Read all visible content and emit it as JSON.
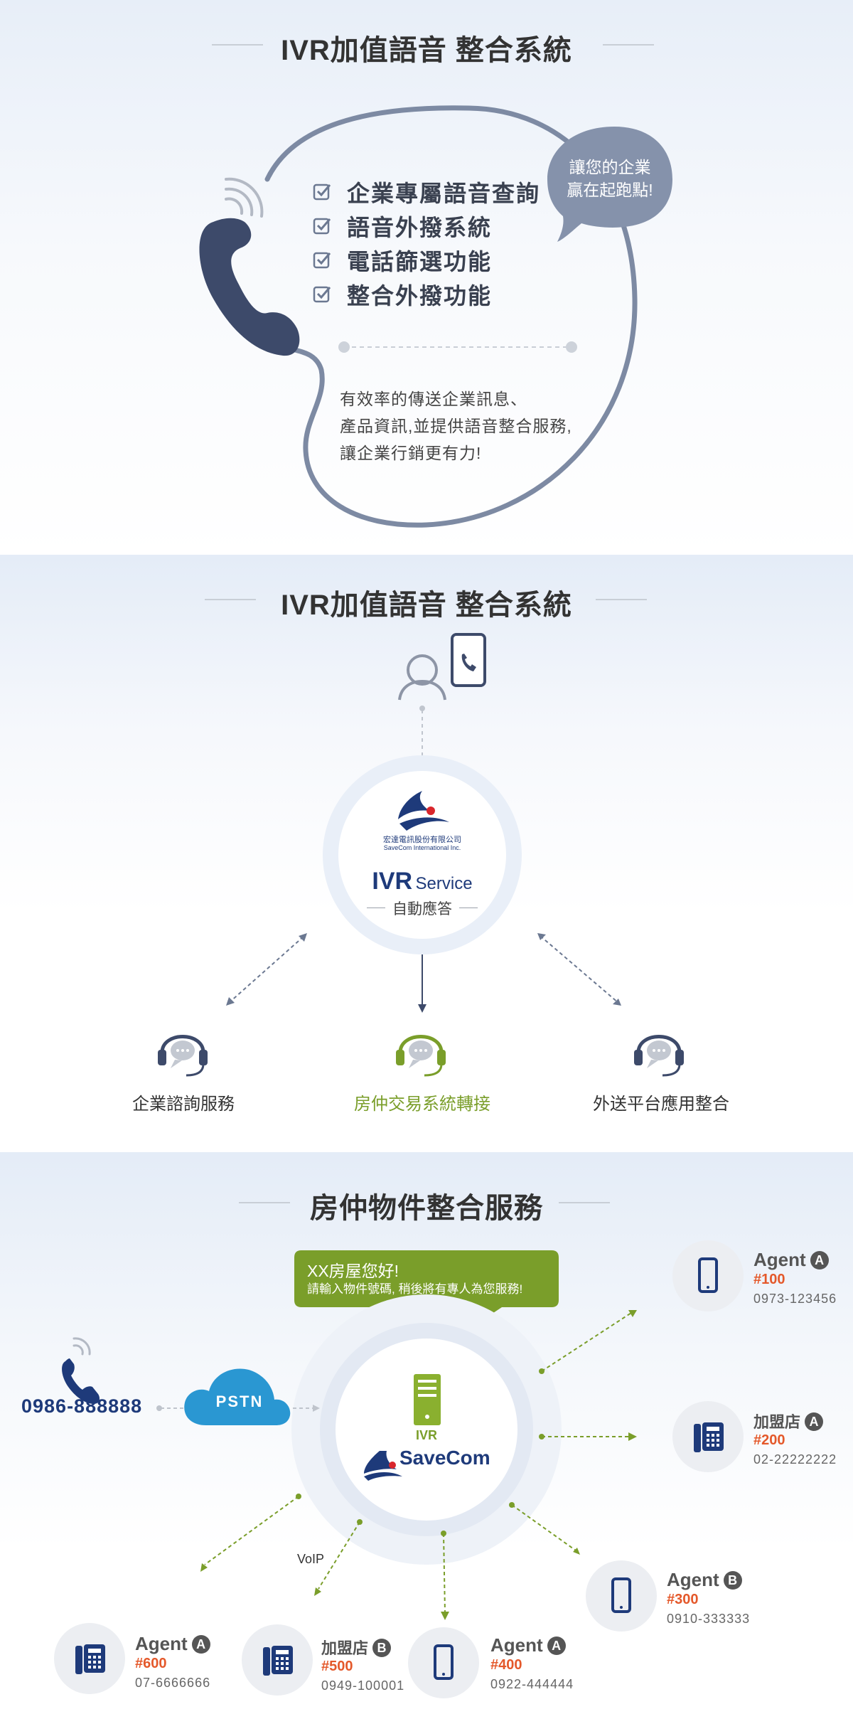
{
  "section1": {
    "title": "IVR加值語音 整合系統",
    "bubble": {
      "line1": "讓您的企業",
      "line2": "贏在起跑點!"
    },
    "features": [
      "企業專屬語音查詢",
      "語音外撥系統",
      "電話篩選功能",
      "整合外撥功能"
    ],
    "description": [
      "有效率的傳送企業訊息、",
      "產品資訊,並提供語音整合服務,",
      "讓企業行銷更有力!"
    ]
  },
  "section2": {
    "title": "IVR加值語音 整合系統",
    "logo": {
      "company_zh": "宏達電訊股份有限公司",
      "company_en": "SaveCom International Inc."
    },
    "ivr": {
      "main": "IVR",
      "sub": "Service",
      "caption": "自動應答"
    },
    "services": [
      {
        "label": "企業諮詢服務",
        "color": "#333333"
      },
      {
        "label": "房仲交易系統轉接",
        "color": "#7a9e2a"
      },
      {
        "label": "外送平台應用整合",
        "color": "#333333"
      }
    ]
  },
  "section3": {
    "title": "房仲物件整合服務",
    "greeting": {
      "line1": "XX房屋您好!",
      "line2": "請輸入物件號碼, 稍後將有專人為您服務!"
    },
    "caller_number": "0986-888888",
    "pstn": "PSTN",
    "center": {
      "ivr": "IVR",
      "brand": "SaveCom"
    },
    "voip": "VoIP",
    "agents": [
      {
        "name": "Agent",
        "badge": "A",
        "code": "#100",
        "phone": "0973-123456",
        "device": "mobile"
      },
      {
        "name": "加盟店",
        "badge": "A",
        "code": "#200",
        "phone": "02-22222222",
        "device": "desk"
      },
      {
        "name": "Agent",
        "badge": "B",
        "code": "#300",
        "phone": "0910-333333",
        "device": "mobile"
      },
      {
        "name": "Agent",
        "badge": "A",
        "code": "#400",
        "phone": "0922-444444",
        "device": "mobile"
      },
      {
        "name": "加盟店",
        "badge": "B",
        "code": "#500",
        "phone": "0949-100001",
        "device": "desk"
      },
      {
        "name": "Agent",
        "badge": "A",
        "code": "#600",
        "phone": "07-6666666",
        "device": "desk"
      }
    ],
    "colors": {
      "accent_green": "#7a9e2a",
      "code_orange": "#e4582a",
      "navy": "#1e3a7a",
      "pstn_blue": "#2a97d2"
    }
  }
}
